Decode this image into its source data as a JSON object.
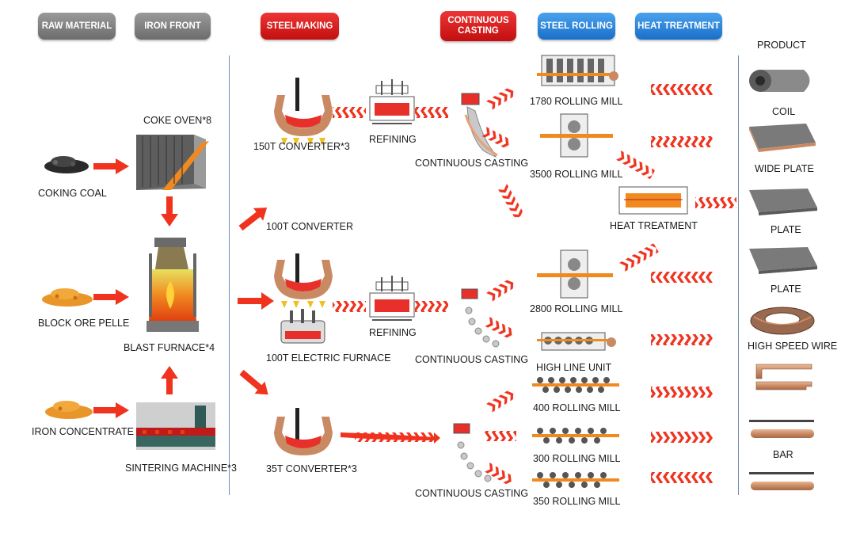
{
  "headers": {
    "raw_material": "RAW MATERIAL",
    "iron_front": "IRON FRONT",
    "steelmaking": "STEELMAKING",
    "continuous_casting": "CONTINUOUS CASTING",
    "steel_rolling": "STEEL ROLLING",
    "heat_treatment": "HEAT TREATMENT"
  },
  "raw": {
    "coking_coal": "COKING COAL",
    "block_ore": "BLOCK ORE PELLE",
    "iron_concentrate": "IRON CONCENTRATE"
  },
  "iron": {
    "coke_oven": "COKE OVEN*8",
    "blast_furnace": "BLAST FURNACE*4",
    "sintering": "SINTERING MACHINE*3"
  },
  "steel": {
    "conv150": "150T CONVERTER*3",
    "refining1": "REFINING",
    "conv100": "100T CONVERTER",
    "electric": "100T  ELECTRIC FURNACE",
    "refining2": "REFINING",
    "conv35": "35T CONVERTER*3"
  },
  "casting": {
    "cc1": "CONTINUOUS CASTING",
    "cc2": "CONTINUOUS CASTING",
    "cc3": "CONTINUOUS CASTING"
  },
  "rolling": {
    "m1780": "1780 ROLLING MILL",
    "m3500": "3500 ROLLING MILL",
    "heat": "HEAT TREATMENT",
    "m2800": "2800 ROLLING MILL",
    "highline": "HIGH LINE UNIT",
    "m400": "400 ROLLING MILL",
    "m300": "300 ROLLING MILL",
    "m350": "350 ROLLING MILL"
  },
  "product": {
    "title": "PRODUCT",
    "coil": "COIL",
    "wide_plate": "WIDE PLATE",
    "plate1": "PLATE",
    "plate2": "PLATE",
    "wire": "HIGH SPEED WIRE",
    "bar": "BAR"
  },
  "colors": {
    "arrow": "#f0331f",
    "gray_header": "#7d7d7d",
    "red_header": "#d81919",
    "blue_header": "#2b83db",
    "divider": "#6f8db5"
  }
}
